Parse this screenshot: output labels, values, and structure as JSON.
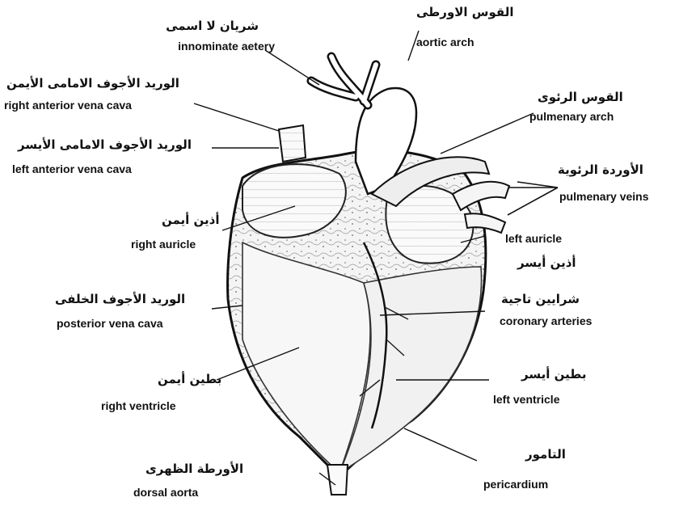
{
  "labels": {
    "innominate_artery": {
      "ar": "شريان لا اسمى",
      "en": "innominate aetery"
    },
    "aortic_arch": {
      "ar": "القوس الاورطى",
      "en": "aortic arch"
    },
    "right_anterior_vena_cava": {
      "ar": "الوريد الأجوف الامامى الأيمن",
      "en": "right anterior vena cava"
    },
    "pulmonary_arch": {
      "ar": "القوس الرئوى",
      "en": "pulmenary arch"
    },
    "left_anterior_vena_cava": {
      "ar": "الوريد الأجوف الامامى الأيسر",
      "en": "left anterior vena cava"
    },
    "pulmonary_veins": {
      "ar": "الأوردة الرئوية",
      "en": "pulmenary veins"
    },
    "right_auricle": {
      "ar": "أذين أيمن",
      "en": "right auricle"
    },
    "left_auricle": {
      "ar": "أذين أيسر",
      "en": "left auricle"
    },
    "posterior_vena_cava": {
      "ar": "الوريد الأجوف الخلفى",
      "en": "posterior vena cava"
    },
    "coronary_arteries": {
      "ar": "شرايين تاجية",
      "en": "coronary arteries"
    },
    "right_ventricle": {
      "ar": "بطين أيمن",
      "en": "right ventricle"
    },
    "left_ventricle": {
      "ar": "بطين أيسر",
      "en": "left ventricle"
    },
    "pericardium": {
      "ar": "التامور",
      "en": "pericardium"
    },
    "dorsal_aorta": {
      "ar": "الأورطة الظهرى",
      "en": "dorsal aorta"
    }
  },
  "colors": {
    "ink": "#111111",
    "paper": "#ffffff",
    "tissue": "#f2f2f2"
  }
}
